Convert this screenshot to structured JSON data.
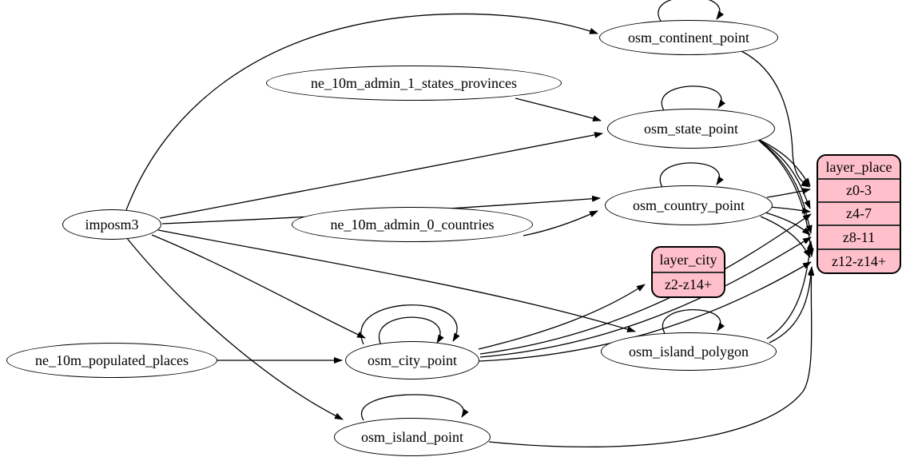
{
  "colors": {
    "layer_fill": "#ffc0cb",
    "node_fill": "#ffffff",
    "stroke": "#000000",
    "background": "#ffffff"
  },
  "nodes": {
    "imposm3": {
      "label": "imposm3",
      "type": "source"
    },
    "ne_10m_admin_1_states_provinces": {
      "label": "ne_10m_admin_1_states_provinces",
      "type": "source"
    },
    "ne_10m_admin_0_countries": {
      "label": "ne_10m_admin_0_countries",
      "type": "source"
    },
    "ne_10m_populated_places": {
      "label": "ne_10m_populated_places",
      "type": "source"
    },
    "osm_continent_point": {
      "label": "osm_continent_point",
      "type": "table"
    },
    "osm_state_point": {
      "label": "osm_state_point",
      "type": "table"
    },
    "osm_country_point": {
      "label": "osm_country_point",
      "type": "table"
    },
    "osm_city_point": {
      "label": "osm_city_point",
      "type": "table"
    },
    "osm_island_polygon": {
      "label": "osm_island_polygon",
      "type": "table"
    },
    "osm_island_point": {
      "label": "osm_island_point",
      "type": "table"
    }
  },
  "layers": {
    "layer_city": {
      "title": "layer_city",
      "rows": [
        "z2-z14+"
      ]
    },
    "layer_place": {
      "title": "layer_place",
      "rows": [
        "z0-3",
        "z4-7",
        "z8-11",
        "z12-z14+"
      ]
    }
  },
  "edges": [
    {
      "from": "imposm3",
      "to": "osm_continent_point"
    },
    {
      "from": "imposm3",
      "to": "osm_state_point"
    },
    {
      "from": "imposm3",
      "to": "osm_country_point"
    },
    {
      "from": "imposm3",
      "to": "osm_city_point"
    },
    {
      "from": "imposm3",
      "to": "osm_island_polygon"
    },
    {
      "from": "imposm3",
      "to": "osm_island_point"
    },
    {
      "from": "ne_10m_admin_1_states_provinces",
      "to": "osm_state_point"
    },
    {
      "from": "ne_10m_admin_0_countries",
      "to": "osm_country_point"
    },
    {
      "from": "ne_10m_populated_places",
      "to": "osm_city_point"
    },
    {
      "from": "osm_continent_point",
      "to": "layer_place:z0-3"
    },
    {
      "from": "osm_state_point",
      "to": "layer_place:z0-3"
    },
    {
      "from": "osm_state_point",
      "to": "layer_place:z4-7"
    },
    {
      "from": "osm_state_point",
      "to": "layer_place:z8-11"
    },
    {
      "from": "osm_state_point",
      "to": "layer_place:z12-z14+"
    },
    {
      "from": "osm_country_point",
      "to": "layer_place:z0-3"
    },
    {
      "from": "osm_country_point",
      "to": "layer_place:z4-7"
    },
    {
      "from": "osm_country_point",
      "to": "layer_place:z8-11"
    },
    {
      "from": "osm_country_point",
      "to": "layer_place:z12-z14+"
    },
    {
      "from": "osm_city_point",
      "to": "layer_city:z2-z14+"
    },
    {
      "from": "osm_city_point",
      "to": "layer_place:z4-7"
    },
    {
      "from": "osm_city_point",
      "to": "layer_place:z8-11"
    },
    {
      "from": "osm_city_point",
      "to": "layer_place:z12-z14+"
    },
    {
      "from": "osm_island_polygon",
      "to": "layer_place:z8-11"
    },
    {
      "from": "osm_island_polygon",
      "to": "layer_place:z12-z14+"
    },
    {
      "from": "osm_island_point",
      "to": "layer_place:z12-z14+"
    }
  ],
  "self_loops": [
    "osm_continent_point",
    "osm_state_point",
    "osm_country_point",
    "osm_city_point",
    "osm_city_point",
    "osm_island_polygon",
    "osm_island_point"
  ]
}
